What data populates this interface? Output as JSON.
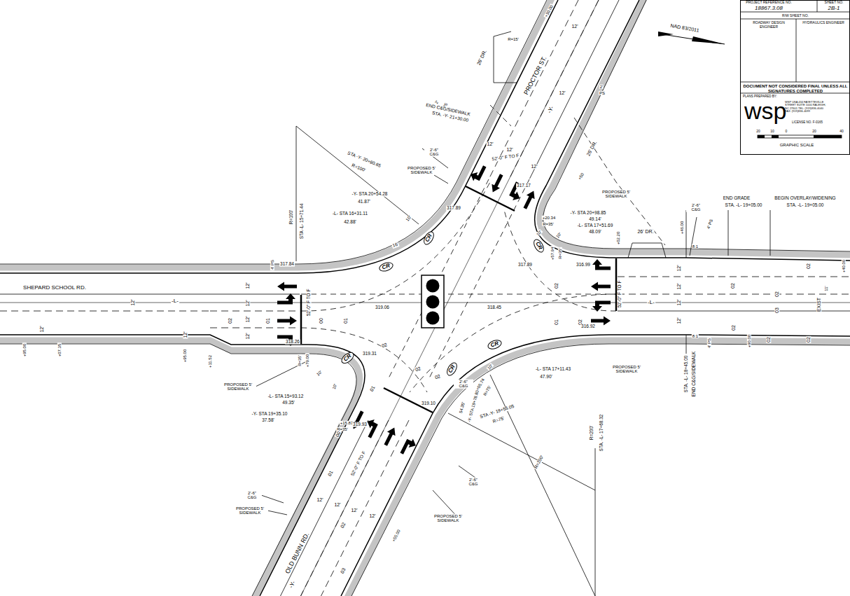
{
  "diagram": {
    "nodes": [
      {
        "text": [
          "PROJECT REFERENCE NO.",
          "SHEET NO.",
          "18867.3.08",
          "2B-1",
          "R/W SHEET NO.",
          "ROADWAY DESIGN ENGINEER",
          "HYDRAULICS ENGINEER",
          "DOCUMENT NOT CONSIDERED FINAL UNLESS ALL SIGNATURES COMPLETED",
          "PLANS PREPARED BY:",
          "wsp",
          "WSP USA 434 FAYETTEVILLE STREET SUITE 1000 RALEIGH, NC 27601 TEL: (919)836-4040 FAX: (919)836-4099",
          "LICENSE NO. F-0165",
          "20",
          "10",
          "0",
          "20",
          "40",
          "GRAPHIC SCALE"
        ]
      },
      {
        "text": [
          "CR"
        ]
      },
      {
        "text": [
          "CR"
        ]
      },
      {
        "text": [
          "CR"
        ]
      },
      {
        "text": [
          "CR"
        ]
      },
      {
        "text": [
          "CR"
        ]
      },
      {
        "text": [
          "CR"
        ]
      }
    ],
    "labels": [
      "+30.00",
      "R=15'",
      "12'",
      "2'",
      "PS",
      "2'",
      "PS",
      "26' DR.",
      "PROCTOR ST.",
      "-Y-",
      "12'",
      "END C&G/SIDEWALK",
      "STA. -Y- 21+30.00",
      "2'-6\" C&G",
      "PROPOSED 5' SIDEWALK",
      "12'",
      "12'",
      "12'",
      "52'-0\" F TO F",
      "STA -Y- 20+80.65",
      "R=100'",
      "-Y- STA 20+54.28",
      "41.87'",
      "-L- STA 16+31.11",
      "42.88'",
      "10'",
      "16'",
      "317.89",
      "R=100'",
      "STA -L- 15+71.44",
      "317.17",
      "+50",
      "26' DR.",
      "PROPOSED 5' SIDEWALK",
      "-Y- STA 20+98.85",
      "49.14'",
      "+20.34",
      "R=35'",
      "-L- STA 17+51.69",
      "48.09'",
      "10'",
      "10'",
      "+57.94",
      "R=35'",
      "+02.20",
      "26' DR.",
      "+46.00",
      "2'-6\" C&G",
      "4' PS",
      "8:1",
      "END GRADE",
      "STA. -L- 19+05.00",
      "BEGIN OVERLAY/WIDENING",
      "STA. -L- 19+05.00",
      "NAD 83/2011",
      "317.89",
      "316.99",
      "317.84",
      "4' PS",
      "SHEPARD SCHOOL RD.",
      "12'",
      "12'",
      "12'",
      "12'",
      "12'",
      "-L-",
      "02",
      "01",
      "00",
      "01",
      "52'-0\" F TO F",
      "319.06",
      "318.45",
      "02",
      "01",
      "02",
      "52'-0\" F TO F",
      "12'",
      "12'",
      "12'",
      "12'",
      "02",
      "02",
      "02",
      "03",
      "02",
      "02",
      "EXIST",
      "02",
      "+40.00",
      "11'",
      "+90.00",
      "8:1",
      "316.92",
      "4' PS",
      "STA. -L- 18+45.00",
      "END C&G/SIDEWALK",
      "318.26",
      "+95.00",
      "+07.35",
      "12'",
      "12'",
      "+95.00",
      "+11.52",
      "PROPOSED 5' SIDEWALK",
      "-L- STA 15+93.12",
      "49.35'",
      "-Y- STA 19+35.10",
      "37.58'",
      "R=35'",
      "+79.00",
      "10'",
      "10'",
      "+15.83",
      "R=35'",
      "319.31",
      "02",
      "02",
      "02",
      "01",
      "319.93",
      "00",
      "319.10",
      "2'-6\" C&G",
      "10'",
      "-L- STA 17+11.43",
      "47.90'",
      "+05.74",
      "R=75'",
      "-Y- STA 19+78.80",
      "54.35'",
      "STA -Y- 19+55.05",
      "R=75'",
      "R=200'",
      "R=200'",
      "STA. -L- 17+68.32",
      "PROPOSED 5' SIDEWALK",
      "2'-6\" C&G",
      "PROPOSED 5' SIDEWALK",
      "01",
      "52'-0\" F TO F",
      "12'",
      "12'",
      "12'",
      "12'",
      "2'-6\" C&G",
      "PROPOSED 5' SIDEWALK",
      "OLD BUNN RD.",
      "-Y-",
      "02",
      "03",
      "+55.00",
      "-L-"
    ]
  }
}
